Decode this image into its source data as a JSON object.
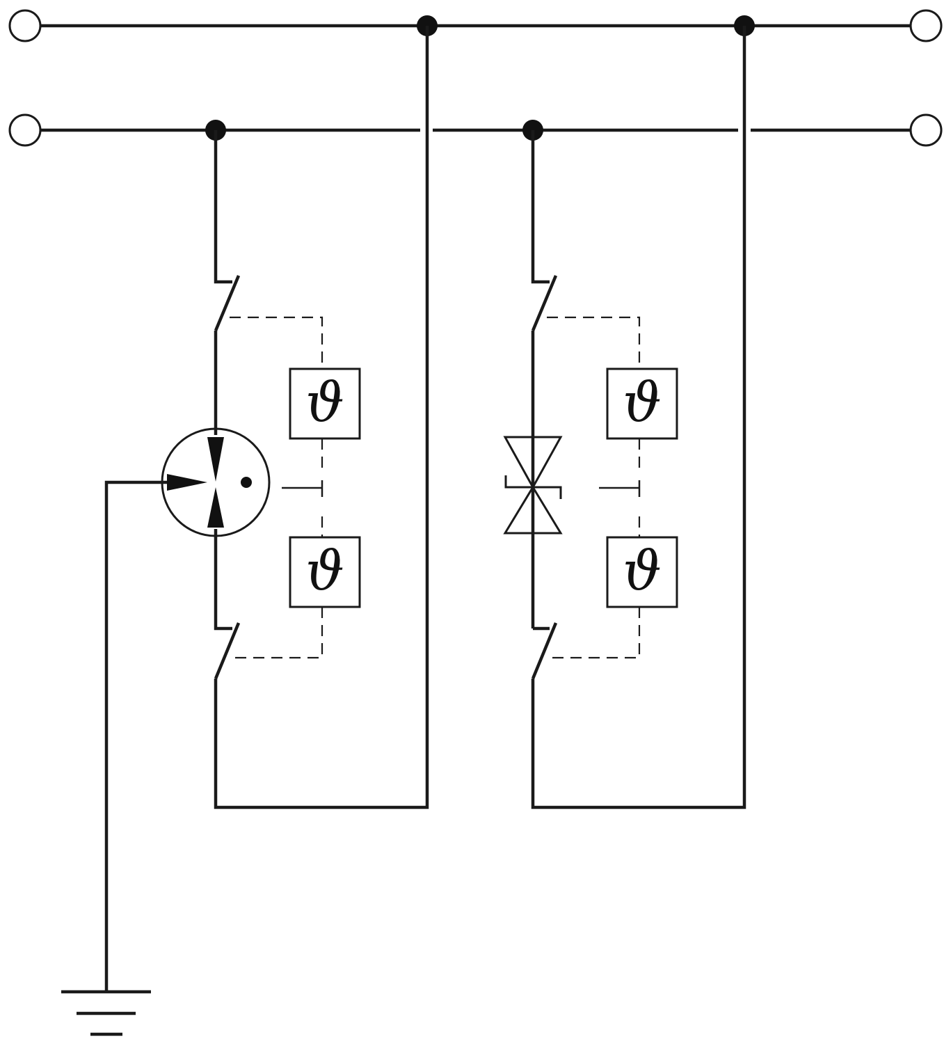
{
  "diagram": {
    "type": "circuit-schematic",
    "colors": {
      "line": "#1a1a1a",
      "background": "#ffffff"
    },
    "components": [
      {
        "id": "terminal-in-top",
        "kind": "terminal"
      },
      {
        "id": "terminal-in-bottom",
        "kind": "terminal"
      },
      {
        "id": "terminal-out-top",
        "kind": "terminal"
      },
      {
        "id": "terminal-out-bottom",
        "kind": "terminal"
      },
      {
        "id": "gas-discharge-tube",
        "kind": "gas-discharge-arrester"
      },
      {
        "id": "suppressor-diode",
        "kind": "bidirectional-tvs-diode"
      },
      {
        "id": "thermal-disconnect-left",
        "kind": "thermal-switch-pair",
        "symbol": "ϑ"
      },
      {
        "id": "thermal-disconnect-right",
        "kind": "thermal-switch-pair",
        "symbol": "ϑ"
      },
      {
        "id": "earth-ground",
        "kind": "ground"
      }
    ],
    "thermal_labels": [
      "ϑ",
      "ϑ",
      "ϑ",
      "ϑ"
    ]
  }
}
